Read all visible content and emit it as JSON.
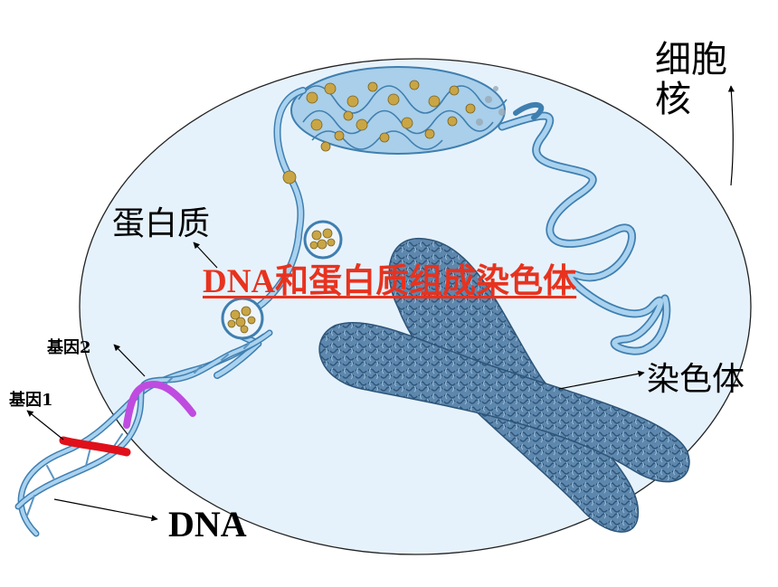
{
  "labels": {
    "nucleus": "细胞核",
    "protein": "蛋白质",
    "title": "DNA和蛋白质组成染色体",
    "chromosome": "染色体",
    "gene2": "基因2",
    "gene1": "基因1",
    "dna": "DNA"
  },
  "colors": {
    "nucleus_fill": "#e6f2fb",
    "fiber": "#8ec3e6",
    "fiber_edge": "#3f7fb0",
    "nucleosome": "#c9a545",
    "chromosome": "#5e87ad",
    "gene1": "#e0101a",
    "gene2": "#c04be0",
    "title": "#e8321e"
  },
  "icons": [
    "arrow-icon"
  ]
}
